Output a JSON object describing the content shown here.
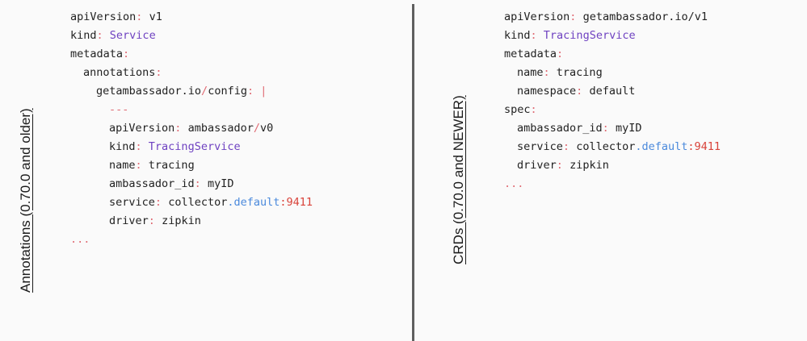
{
  "labels": {
    "left": "Annotations (0.70.0 and older)",
    "right": "CRDs (0.70.0 and NEWER)"
  },
  "left": {
    "l1": {
      "key": "apiVersion",
      "colon": ":",
      "value": "v1"
    },
    "l2": {
      "key": "kind",
      "colon": ":",
      "value": "Service"
    },
    "l3": {
      "key": "metadata",
      "colon": ":"
    },
    "l4": {
      "key": "annotations",
      "colon": ":"
    },
    "l5": {
      "key_a": "getambassador.io",
      "slash": "/",
      "key_b": "config",
      "colon": ":",
      "pipe": "|"
    },
    "l6": {
      "dashes": "---"
    },
    "l7": {
      "key": "apiVersion",
      "colon": ":",
      "value_a": "ambassador",
      "slash": "/",
      "value_b": "v0"
    },
    "l8": {
      "key": "kind",
      "colon": ":",
      "value": "TracingService"
    },
    "l9": {
      "key": "name",
      "colon": ":",
      "value": "tracing"
    },
    "l10": {
      "key": "ambassador_id",
      "colon": ":",
      "value": "myID"
    },
    "l11": {
      "key": "service",
      "colon": ":",
      "value_a": "collector",
      "value_b": ".default",
      "value_c": ":9411"
    },
    "l12": {
      "key": "driver",
      "colon": ":",
      "value": "zipkin"
    },
    "l13": {
      "dots": "..."
    }
  },
  "right": {
    "l1": {
      "key": "apiVersion",
      "colon": ":",
      "value": "getambassador.io/v1"
    },
    "l2": {
      "key": "kind",
      "colon": ":",
      "value": "TracingService"
    },
    "l3": {
      "key": "metadata",
      "colon": ":"
    },
    "l4": {
      "key": "name",
      "colon": ":",
      "value": "tracing"
    },
    "l5": {
      "key": "namespace",
      "colon": ":",
      "value": "default"
    },
    "l6": {
      "key": "spec",
      "colon": ":"
    },
    "l7": {
      "key": "ambassador_id",
      "colon": ":",
      "value": "myID"
    },
    "l8": {
      "key": "service",
      "colon": ":",
      "value_a": "collector",
      "value_b": ".default",
      "value_c": ":9411"
    },
    "l9": {
      "key": "driver",
      "colon": ":",
      "value": "zipkin"
    },
    "l10": {
      "dots": "..."
    }
  },
  "colors": {
    "punct": "#e06c75",
    "kind": "#6f42c1",
    "domain": "#4a89dc",
    "number": "#d9433a",
    "divider": "#5f5f5f"
  }
}
